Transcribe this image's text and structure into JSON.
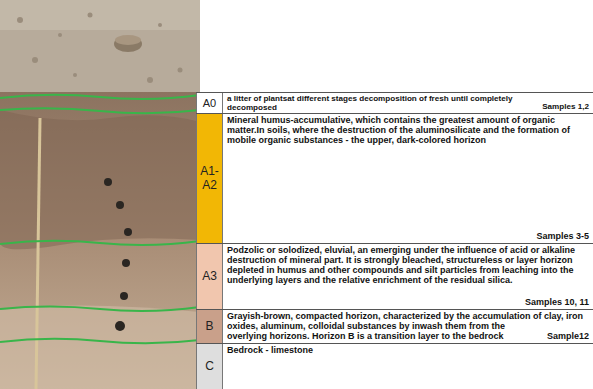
{
  "diagram": {
    "nodes": [
      {
        "text": [
          "A0",
          "a litter of plantsat different stages decomposition of fresh until completely decomposed",
          "Samples 1,2"
        ]
      },
      {
        "text": [
          "A1- A2",
          "Mineral humus-accumulative, which contains the greatest amount of organic matter.In soils, where the destruction of the aluminosilicate and the formation of mobile organic substances - the upper, dark-colored horizon",
          "Samples 3-5"
        ]
      },
      {
        "text": [
          "A3",
          "Podzolic or solodized, eluvial, an emerging under the influence of acid or alkaline destruction of mineral part. It is strongly bleached, structureless or layer horizon depleted in humus and other compounds and silt particles from leaching into the underlying layers and the relative enrichment of the residual silica.",
          "Samples 10, 11"
        ]
      },
      {
        "text": [
          "B",
          "Grayish-brown, compacted horizon, characterized by the accumulation of clay, iron oxides, aluminum, colloidal substances by inwash them from the overlying horizons. Horizon B is a transition layer to the bedrock",
          "Sample12"
        ]
      },
      {
        "text": [
          "C",
          "Bedrock - limestone"
        ]
      }
    ],
    "edges": []
  }
}
